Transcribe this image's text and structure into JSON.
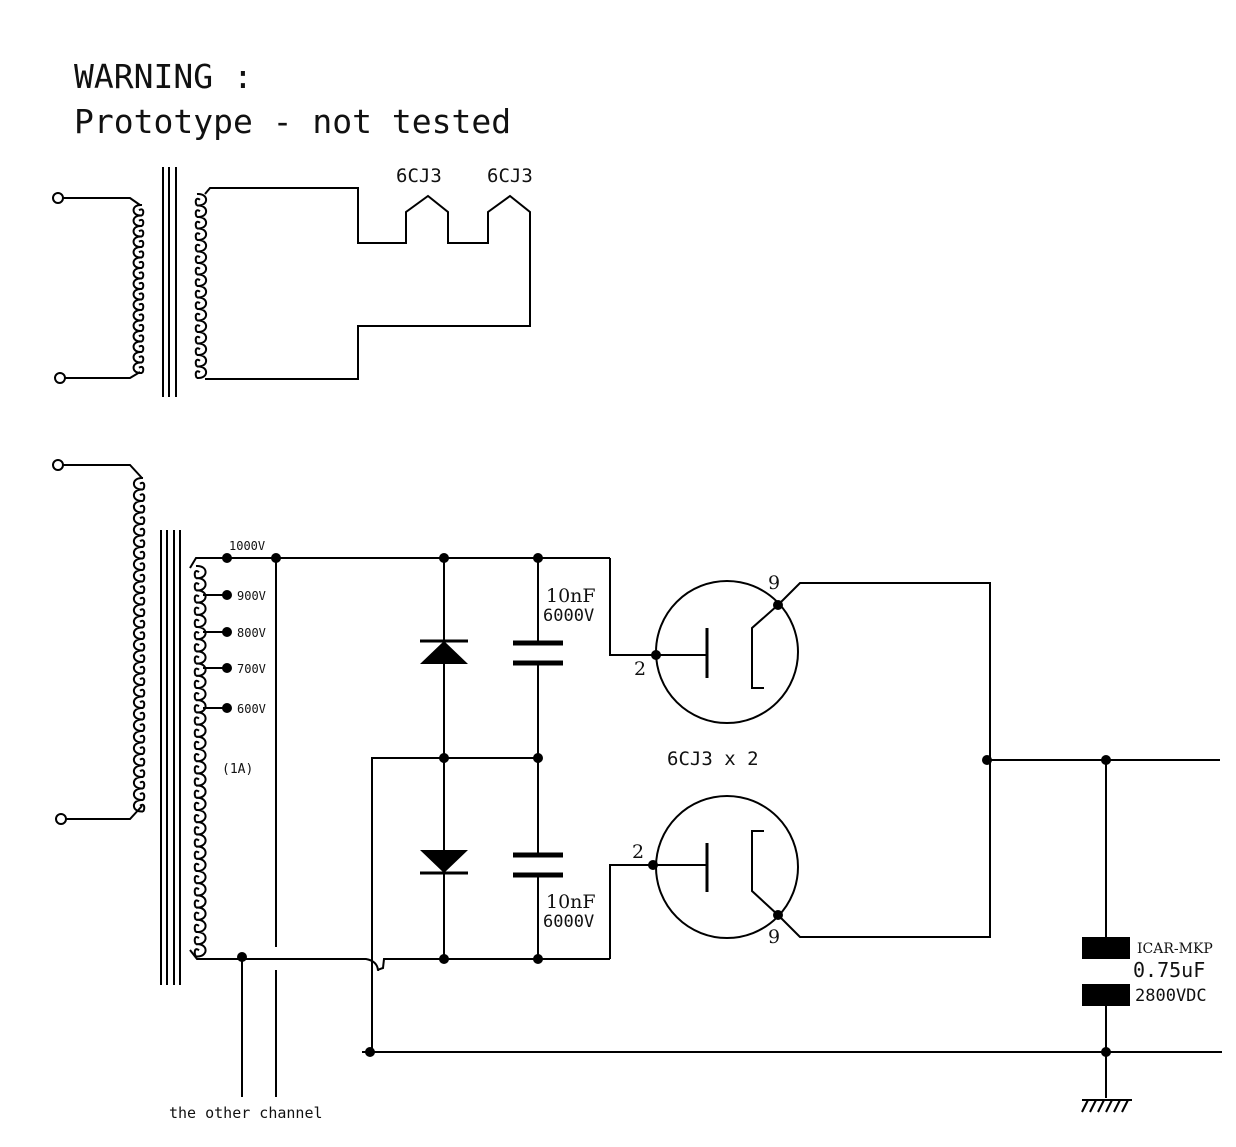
{
  "warning": {
    "line1": "WARNING :",
    "line2": "Prototype - not tested"
  },
  "heater": {
    "tube1": "6CJ3",
    "tube2": "6CJ3"
  },
  "taps": {
    "t1000": "1000V",
    "t900": "900V",
    "t800": "800V",
    "t700": "700V",
    "t600": "600V",
    "current": "(1A)"
  },
  "caps": {
    "upper_value": "10nF",
    "upper_voltage": "6000V",
    "lower_value": "10nF",
    "lower_voltage": "6000V"
  },
  "tubes": {
    "upper_pin_plate": "9",
    "upper_pin_cathode": "2",
    "lower_pin_plate": "9",
    "lower_pin_cathode": "2",
    "label": "6CJ3  x  2"
  },
  "output_cap": {
    "brand": "ICAR-MKP",
    "value": "0.75uF",
    "voltage": "2800VDC"
  },
  "note": "the other channel",
  "colors": {
    "ink": "#000000",
    "background": "#ffffff"
  }
}
